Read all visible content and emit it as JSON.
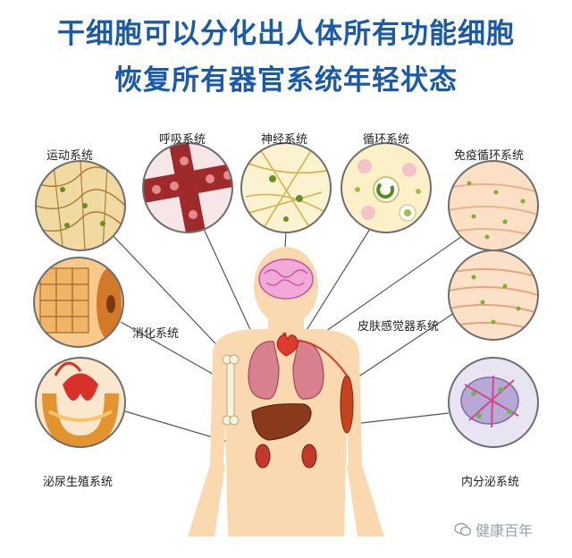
{
  "title": {
    "line1": "干细胞可以分化出人体所有功能细胞",
    "line2": "恢复所有器官系统年轻状态"
  },
  "systems": {
    "motor": "运动系统",
    "respiratory": "呼吸系统",
    "nervous": "神经系统",
    "circulatory": "循环系统",
    "immune": "免疫循环系统",
    "digestive": "消化系统",
    "skin": "皮肤感觉器系统",
    "urinary": "泌尿生殖系统",
    "endocrine": "内分泌系统"
  },
  "watermark": "健康百年",
  "colors": {
    "title": "#1a5aa8",
    "body": "#fbd9b0",
    "circle_border": "#6e6e6e"
  }
}
